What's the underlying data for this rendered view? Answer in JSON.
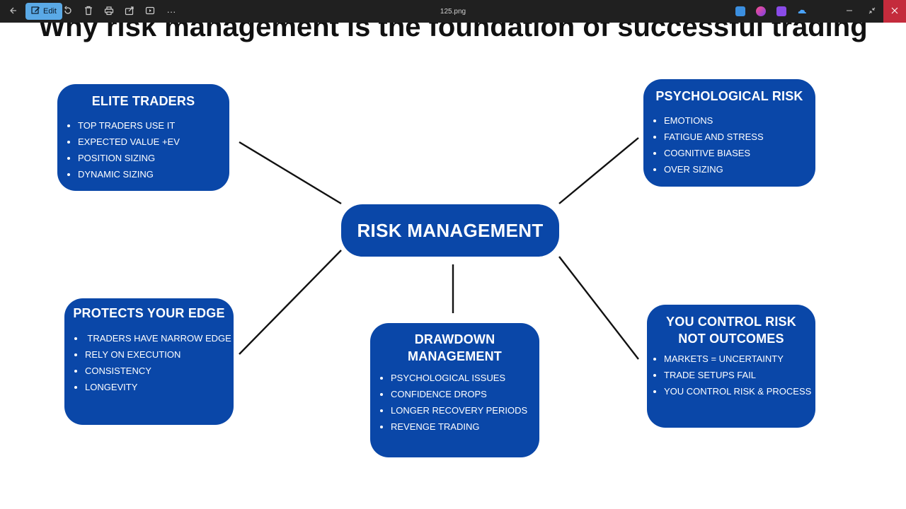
{
  "titlebar": {
    "edit_label": "Edit",
    "filename": "125.png",
    "icons": [
      "back-icon",
      "edit-icon",
      "rotate-icon",
      "delete-icon",
      "print-icon",
      "share-icon",
      "slideshow-icon",
      "more-icon"
    ],
    "more_label": "···"
  },
  "slide": {
    "title": "Why risk management is the foundation of successful trading",
    "center": "RISK MANAGEMENT",
    "nodes": {
      "elite": {
        "title": "ELITE TRADERS",
        "items": [
          "TOP TRADERS USE IT",
          "EXPECTED VALUE +EV",
          "POSITION SIZING",
          "DYNAMIC SIZING"
        ]
      },
      "psych": {
        "title": "PSYCHOLOGICAL RISK",
        "items": [
          "EMOTIONS",
          "FATIGUE AND STRESS",
          "COGNITIVE BIASES",
          "OVER SIZING"
        ]
      },
      "edge": {
        "title": "PROTECTS YOUR EDGE",
        "items": [
          " TRADERS HAVE NARROW EDGE",
          "RELY ON EXECUTION",
          "CONSISTENCY",
          "LONGEVITY"
        ]
      },
      "drawdown": {
        "title_line1": "DRAWDOWN",
        "title_line2": "MANAGEMENT",
        "items": [
          "PSYCHOLOGICAL ISSUES",
          "CONFIDENCE DROPS",
          "LONGER RECOVERY PERIODS",
          "REVENGE TRADING"
        ]
      },
      "control": {
        "title_line1": "YOU CONTROL RISK",
        "title_line2": "NOT OUTCOMES",
        "items": [
          "MARKETS = UNCERTAINTY",
          "TRADE SETUPS FAIL",
          "YOU CONTROL RISK & PROCESS"
        ]
      }
    }
  },
  "colors": {
    "node_blue": "#0a47a8",
    "titlebar": "#202020",
    "edit_accent": "#5aa9e6",
    "close_red": "#c42b3c"
  }
}
